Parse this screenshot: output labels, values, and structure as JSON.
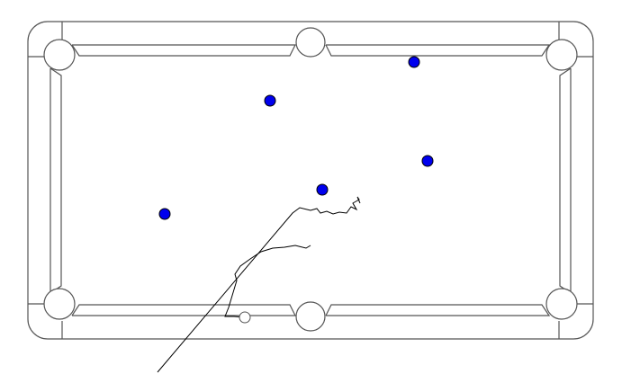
{
  "game": {
    "name": "billiards",
    "table_color": "#ffffff",
    "line_color": "#555555",
    "trace_color": "#000000"
  },
  "balls": [
    {
      "id": "ball-1",
      "color": "#0000ee"
    },
    {
      "id": "ball-2",
      "color": "#0000ee"
    },
    {
      "id": "ball-3",
      "color": "#0000ee"
    },
    {
      "id": "ball-4",
      "color": "#0000ee"
    },
    {
      "id": "ball-5",
      "color": "#0000ee"
    }
  ],
  "cue_ball": {
    "color": "#ffffff"
  },
  "pockets": [
    "top-left",
    "top-middle",
    "top-right",
    "bottom-left",
    "bottom-middle",
    "bottom-right"
  ]
}
